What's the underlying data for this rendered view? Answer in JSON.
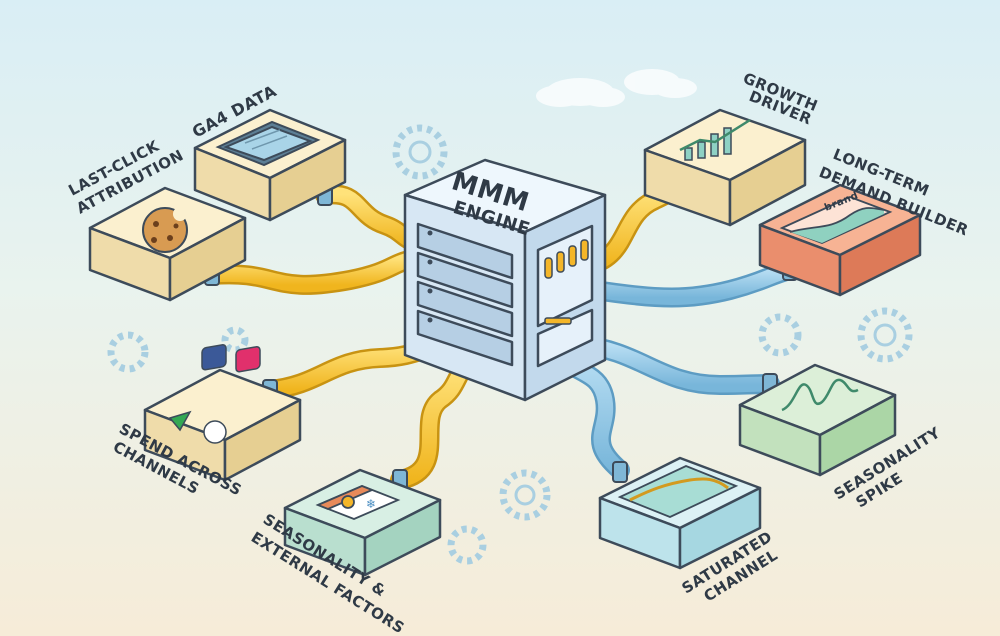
{
  "engine": {
    "line1": "MMM",
    "line2": "ENGINE"
  },
  "inputs": {
    "last_click": {
      "line1": "LAST-CLICK",
      "line2": "ATTRIBUTION"
    },
    "ga4": {
      "line1": "GA4 DATA"
    },
    "spend": {
      "line1": "SPEND ACROSS",
      "line2": "CHANNELS"
    },
    "seasonality_ext": {
      "line1": "SEASONALITY &",
      "line2": "EXTERNAL FACTORS"
    }
  },
  "outputs": {
    "growth": {
      "line1": "GROWTH",
      "line2": "DRIVER"
    },
    "long_term": {
      "line1": "LONG-TERM",
      "line2": "DEMAND BUILDER",
      "chart_label": "brand"
    },
    "seasonality_spike": {
      "line1": "SEASONALITY",
      "line2": "SPIKE"
    },
    "saturated": {
      "line1": "SATURATED",
      "line2": "CHANNEL"
    }
  },
  "colors": {
    "input_pipe": "#f6c531",
    "output_pipe": "#8ec7e6",
    "engine_face": "#dfeefa",
    "engine_led": "#f4b629"
  }
}
